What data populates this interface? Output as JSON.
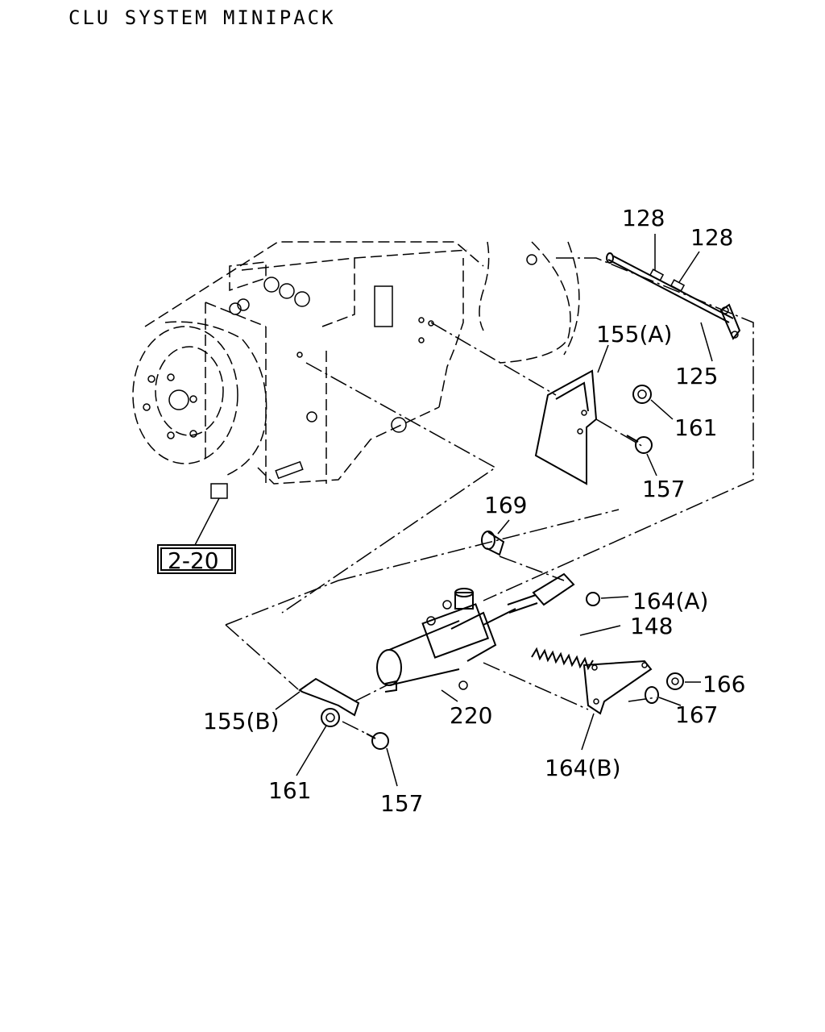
{
  "title": "CLU SYSTEM MINIPACK",
  "reference_box": "2-20",
  "callouts": {
    "c128a": "128",
    "c128b": "128",
    "c155a": "155(A)",
    "c125": "125",
    "c161a": "161",
    "c157a": "157",
    "c169": "169",
    "c164a": "164(A)",
    "c148": "148",
    "c166": "166",
    "c167": "167",
    "c155b": "155(B)",
    "c220": "220",
    "c164b": "164(B)",
    "c161b": "161",
    "c157b": "157"
  }
}
